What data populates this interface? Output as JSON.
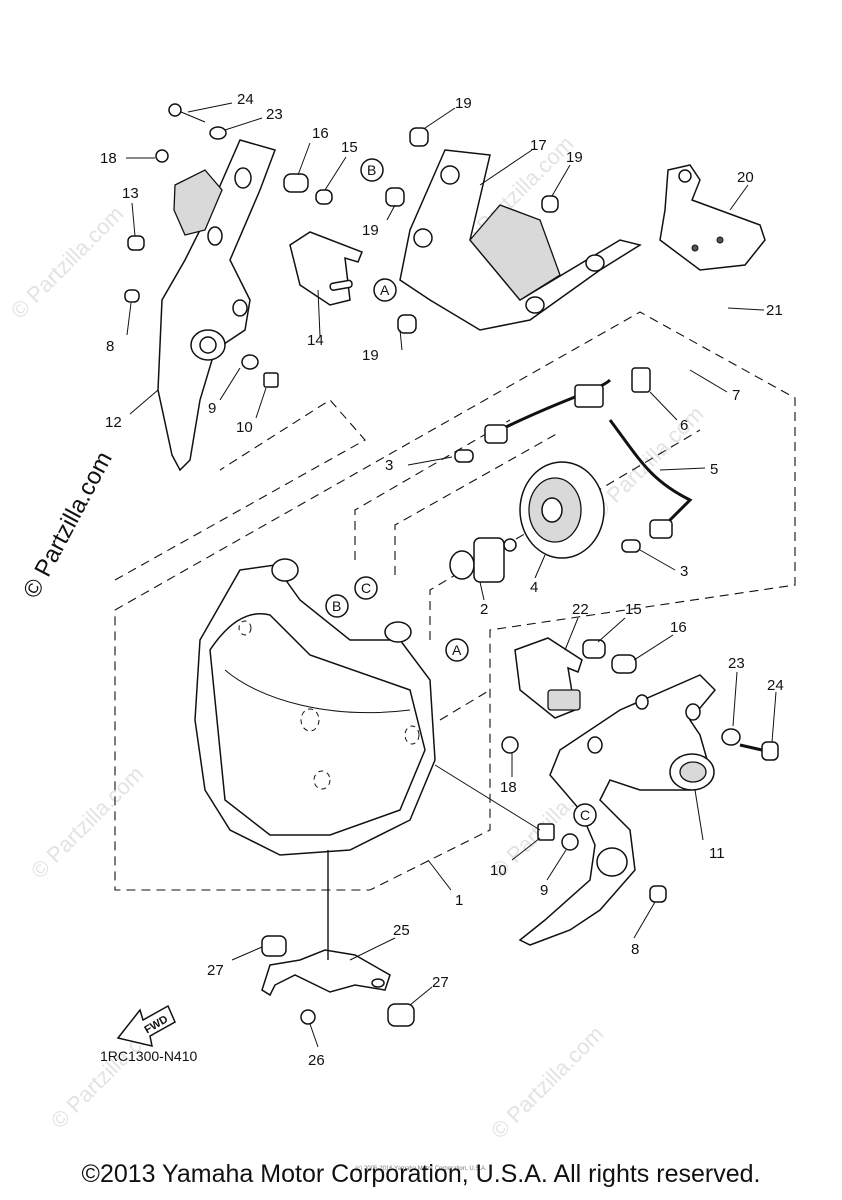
{
  "diagram": {
    "part_code": "1RC1300-N410",
    "copyright": "©2013 Yamaha Motor Corporation, U.S.A. All rights reserved.",
    "fine_print": "(c) 2005-2016 Yamaha Motor Corporation, U.S.A.",
    "site_mark": "© Partzilla.com",
    "watermark": "© Partzilla.com",
    "fwd_label": "FWD",
    "callouts": [
      "1",
      "2",
      "3",
      "3",
      "4",
      "5",
      "6",
      "7",
      "8",
      "8",
      "9",
      "9",
      "10",
      "10",
      "11",
      "12",
      "13",
      "14",
      "15",
      "15",
      "16",
      "16",
      "17",
      "18",
      "18",
      "19",
      "19",
      "19",
      "19",
      "20",
      "21",
      "22",
      "23",
      "23",
      "24",
      "24",
      "25",
      "26",
      "27",
      "27"
    ],
    "letters": [
      "A",
      "A",
      "B",
      "B",
      "C",
      "C"
    ]
  }
}
